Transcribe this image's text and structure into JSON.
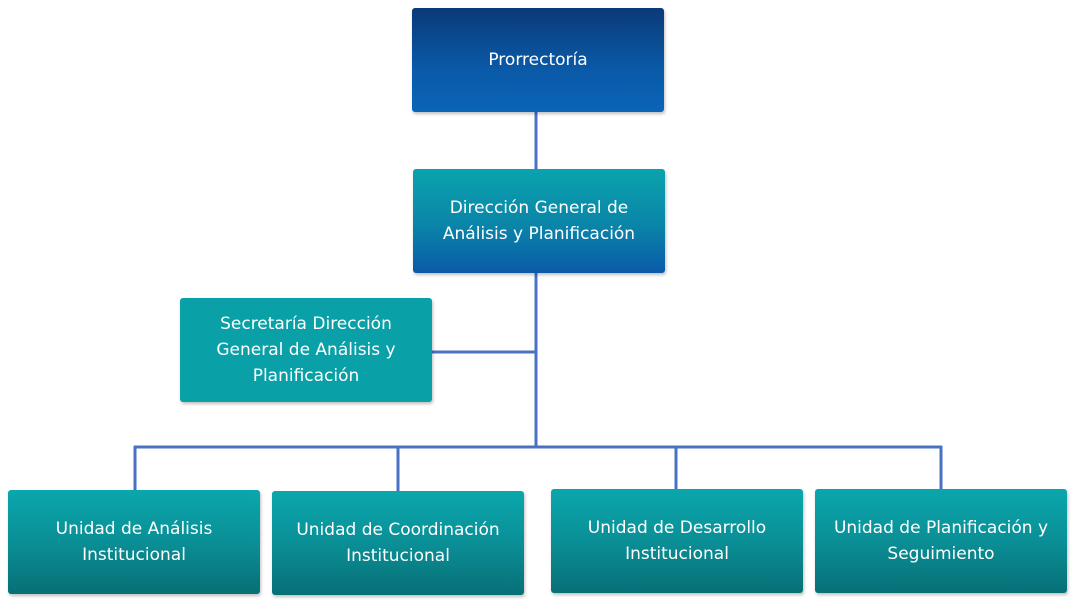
{
  "org_chart": {
    "root": {
      "label": "Prorrectoría"
    },
    "direction": {
      "line1": "Dirección General de",
      "line2": "Análisis y Planificación"
    },
    "secretary": {
      "line1": "Secretaría Dirección",
      "line2": "General de Análisis y",
      "line3": "Planificación"
    },
    "units": [
      {
        "line1": "Unidad de Análisis",
        "line2": "Institucional"
      },
      {
        "line1": "Unidad de Coordinación",
        "line2": "Institucional"
      },
      {
        "line1": "Unidad de Desarrollo",
        "line2": "Institucional"
      },
      {
        "line1": "Unidad de Planificación y",
        "line2": "Seguimiento"
      }
    ]
  },
  "colors": {
    "connector": "#4a72c4",
    "root_box": "#0a5aa8",
    "direction_box": "#0a84a8",
    "secretary_box": "#0aa0a8",
    "unit_box": "#0a8f96"
  }
}
